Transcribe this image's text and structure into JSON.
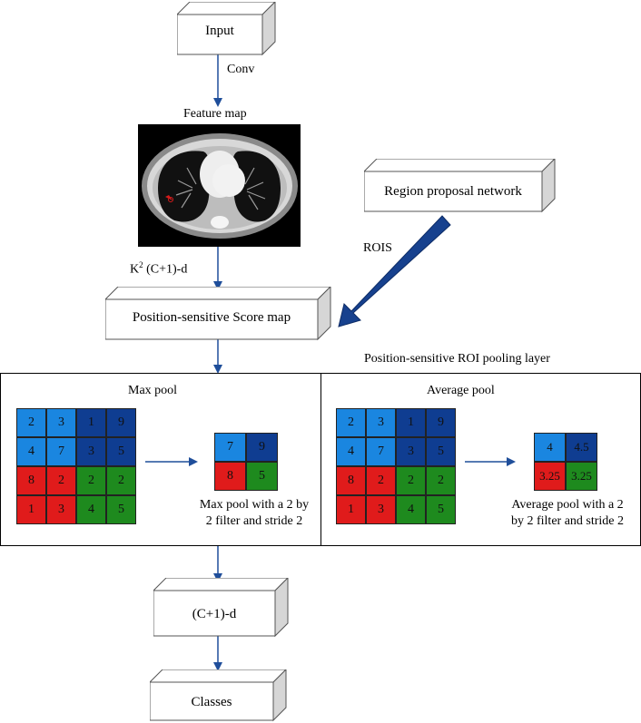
{
  "nodes": {
    "input": "Input",
    "rpn": "Region proposal network",
    "score_map": "Position-sensitive Score map",
    "output_vec": "(C+1)-d",
    "classes": "Classes"
  },
  "edge_labels": {
    "conv": "Conv",
    "feature_map": "Feature map",
    "k_prefix": "K",
    "k_sup": "2",
    "k_suffix": " (C+1)-d",
    "rois": "ROIS",
    "pooling_layer": "Position-sensitive ROI pooling layer"
  },
  "max_pool": {
    "title": "Max pool",
    "grid": [
      "2",
      "3",
      "1",
      "9",
      "4",
      "7",
      "3",
      "5",
      "8",
      "2",
      "2",
      "2",
      "1",
      "3",
      "4",
      "5"
    ],
    "result": [
      "7",
      "9",
      "8",
      "5"
    ],
    "caption_line1": "Max pool with a 2 by",
    "caption_line2": "2 filter and stride 2"
  },
  "avg_pool": {
    "title": "Average pool",
    "grid": [
      "2",
      "3",
      "1",
      "9",
      "4",
      "7",
      "3",
      "5",
      "8",
      "2",
      "2",
      "2",
      "1",
      "3",
      "4",
      "5"
    ],
    "result": [
      "4",
      "4.5",
      "3.25",
      "3.25"
    ],
    "caption_line1": "Average pool with a 2",
    "caption_line2": "by 2 filter and stride 2"
  },
  "colors": {
    "quad_top_left": "#1a86e0",
    "quad_top_right": "#0f3d91",
    "quad_bottom_left": "#e01b1b",
    "quad_bottom_right": "#1e8a1e",
    "arrow": "#1f4e9a"
  }
}
